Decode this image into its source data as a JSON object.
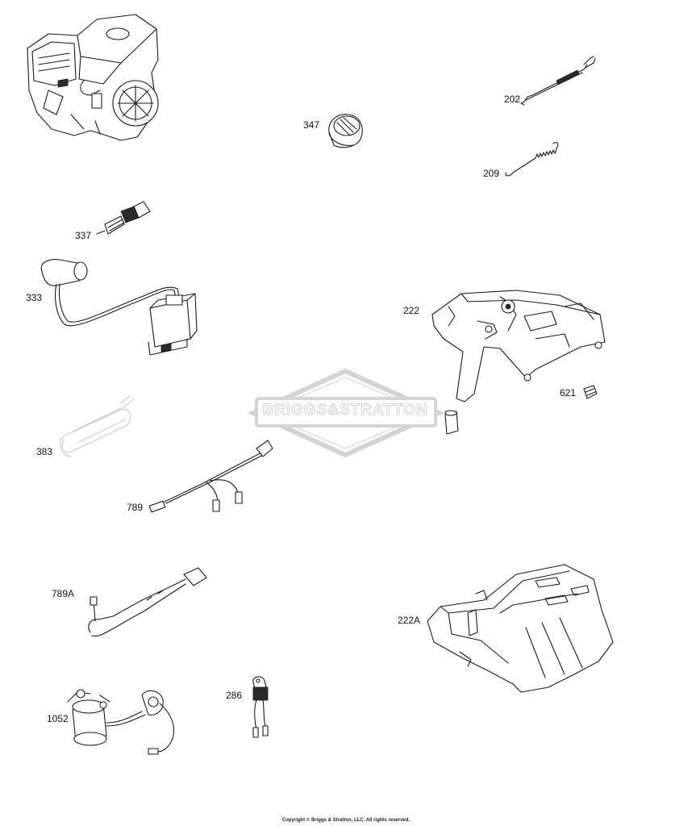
{
  "diagram": {
    "watermark": "BRIGGS&STRATTON",
    "copyright": "Copyright © Briggs & Stratton, LLC. All rights reserved.",
    "parts": [
      {
        "id": "engine",
        "label": ""
      },
      {
        "id": "347",
        "label": "347"
      },
      {
        "id": "202",
        "label": "202"
      },
      {
        "id": "209",
        "label": "209"
      },
      {
        "id": "337",
        "label": "337"
      },
      {
        "id": "333",
        "label": "333"
      },
      {
        "id": "222",
        "label": "222"
      },
      {
        "id": "621",
        "label": "621"
      },
      {
        "id": "383",
        "label": "383"
      },
      {
        "id": "789",
        "label": "789"
      },
      {
        "id": "789A",
        "label": "789A"
      },
      {
        "id": "222A",
        "label": "222A"
      },
      {
        "id": "286",
        "label": "286"
      },
      {
        "id": "1052",
        "label": "1052"
      }
    ]
  }
}
